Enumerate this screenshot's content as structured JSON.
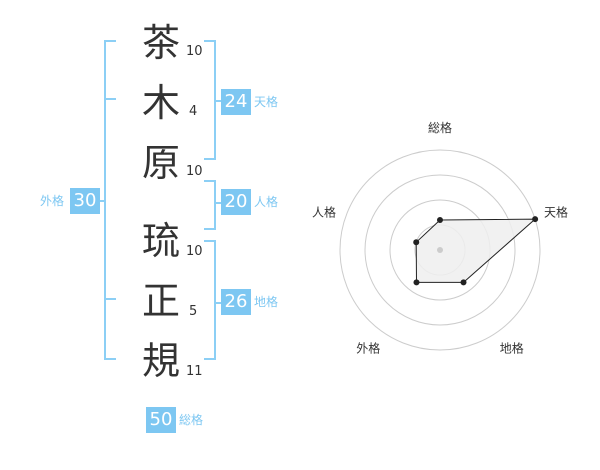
{
  "name": {
    "characters": [
      "茶",
      "木",
      "原",
      "琉",
      "正",
      "規"
    ],
    "strokes": [
      "10",
      "4",
      "10",
      "10",
      "5",
      "11"
    ]
  },
  "kakusu": {
    "tenkaku": {
      "value": "24",
      "label": "天格"
    },
    "jinkaku": {
      "value": "20",
      "label": "人格"
    },
    "chikaku": {
      "value": "26",
      "label": "地格"
    },
    "gaikaku": {
      "value": "30",
      "label": "外格"
    },
    "soukaku": {
      "value": "50",
      "label": "総格"
    }
  },
  "chart_data": {
    "type": "radar",
    "axes": [
      "総格",
      "天格",
      "地格",
      "外格",
      "人格"
    ],
    "rings": 4,
    "values": [
      1.2,
      4.0,
      1.6,
      1.6,
      1.0
    ],
    "max": 4,
    "colors": {
      "fill": "#efefef",
      "stroke": "#222222",
      "grid": "#cccccc",
      "center": "#cccccc"
    }
  },
  "colors": {
    "accent": "#7dc7f2",
    "bracket": "#8ccff5"
  }
}
